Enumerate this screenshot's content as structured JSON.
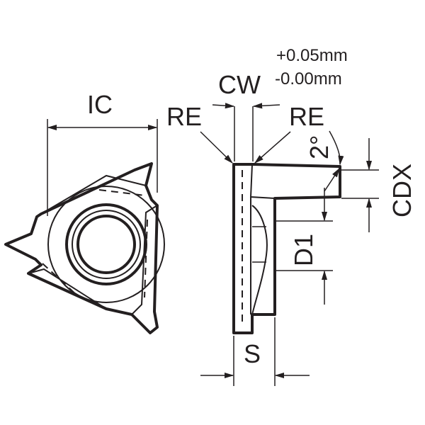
{
  "diagram": {
    "labels": {
      "ic": "IC",
      "cw": "CW",
      "tol_plus": "+0.05mm",
      "tol_minus": "-0.00mm",
      "re_left": "RE",
      "re_right": "RE",
      "angle": "2°",
      "cdx": "CDX",
      "d1": "D1",
      "s": "S"
    },
    "colors": {
      "line": "#231f20",
      "background": "#ffffff"
    }
  }
}
